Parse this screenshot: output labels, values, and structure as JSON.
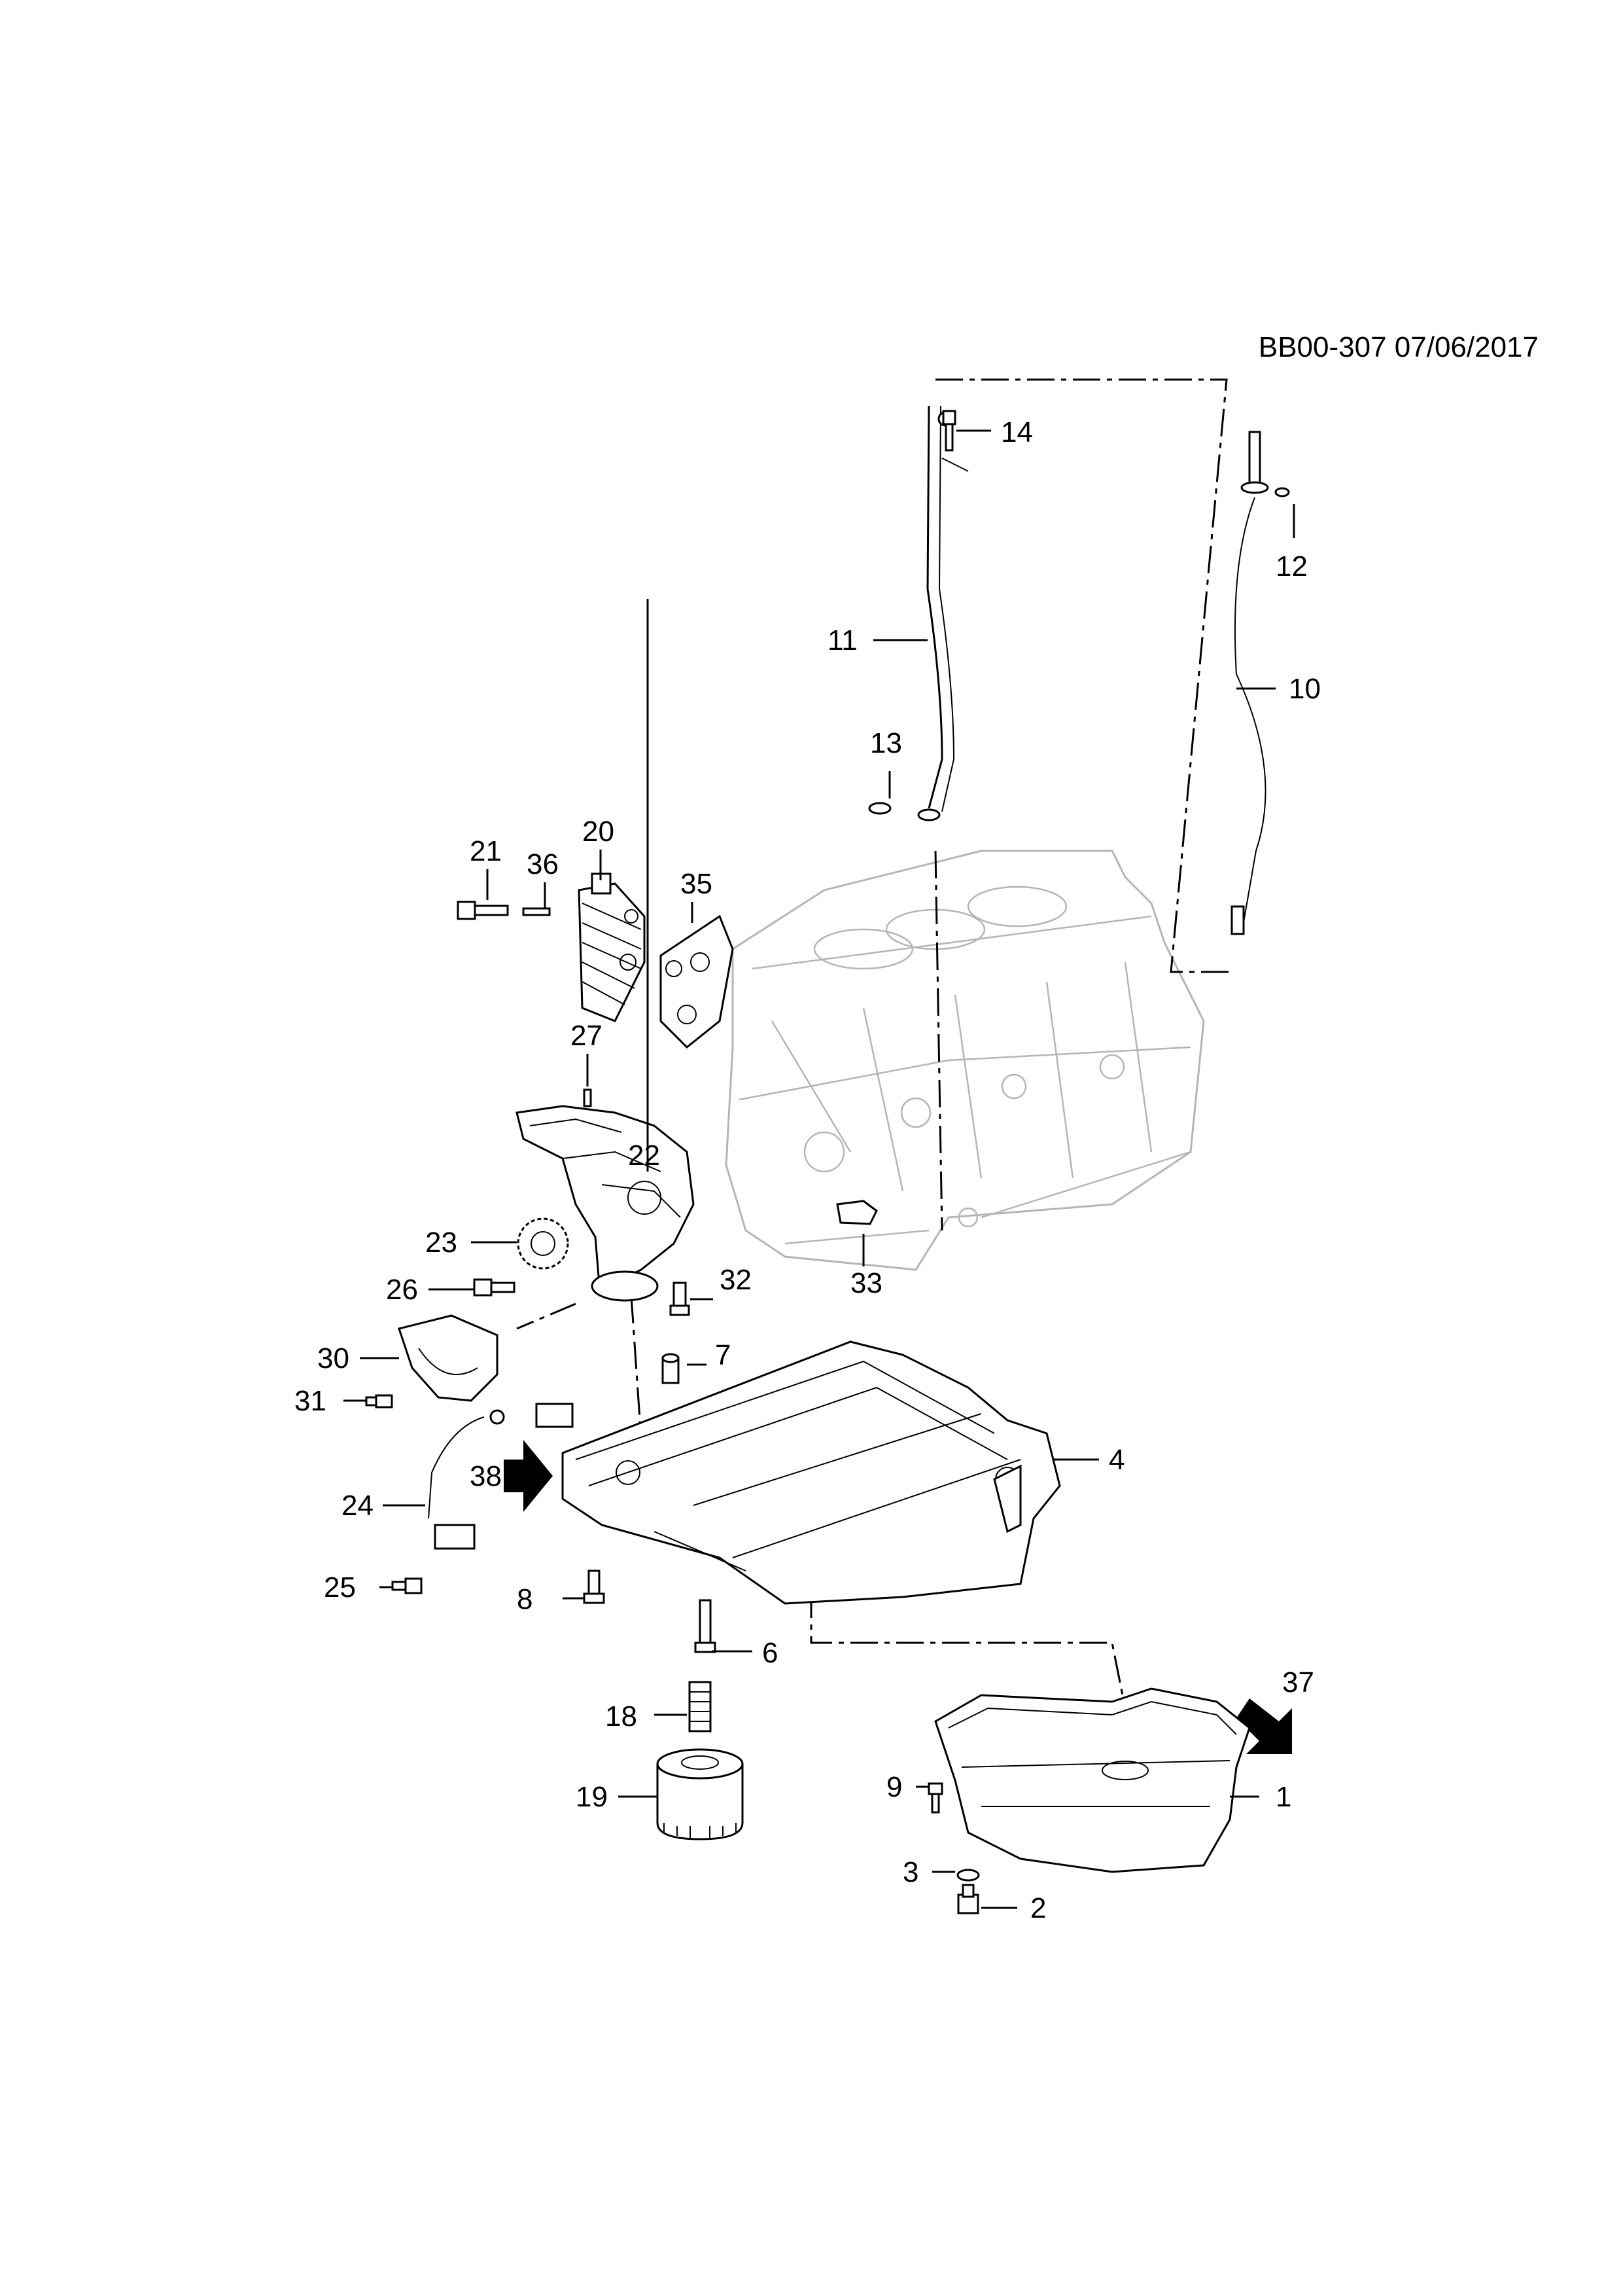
{
  "header": {
    "reference": "BB00-307 07/06/2017"
  },
  "callouts": [
    {
      "id": "c1",
      "label": "1"
    },
    {
      "id": "c2",
      "label": "2"
    },
    {
      "id": "c3",
      "label": "3"
    },
    {
      "id": "c4",
      "label": "4"
    },
    {
      "id": "c6",
      "label": "6"
    },
    {
      "id": "c7",
      "label": "7"
    },
    {
      "id": "c8",
      "label": "8"
    },
    {
      "id": "c9",
      "label": "9"
    },
    {
      "id": "c10",
      "label": "10"
    },
    {
      "id": "c11",
      "label": "11"
    },
    {
      "id": "c12",
      "label": "12"
    },
    {
      "id": "c13",
      "label": "13"
    },
    {
      "id": "c14",
      "label": "14"
    },
    {
      "id": "c18",
      "label": "18"
    },
    {
      "id": "c19",
      "label": "19"
    },
    {
      "id": "c20",
      "label": "20"
    },
    {
      "id": "c21",
      "label": "21"
    },
    {
      "id": "c22",
      "label": "22"
    },
    {
      "id": "c23",
      "label": "23"
    },
    {
      "id": "c24",
      "label": "24"
    },
    {
      "id": "c25",
      "label": "25"
    },
    {
      "id": "c26",
      "label": "26"
    },
    {
      "id": "c27",
      "label": "27"
    },
    {
      "id": "c30",
      "label": "30"
    },
    {
      "id": "c31",
      "label": "31"
    },
    {
      "id": "c32",
      "label": "32"
    },
    {
      "id": "c33",
      "label": "33"
    },
    {
      "id": "c35",
      "label": "35"
    },
    {
      "id": "c36",
      "label": "36"
    },
    {
      "id": "c37",
      "label": "37"
    },
    {
      "id": "c38",
      "label": "38"
    }
  ]
}
